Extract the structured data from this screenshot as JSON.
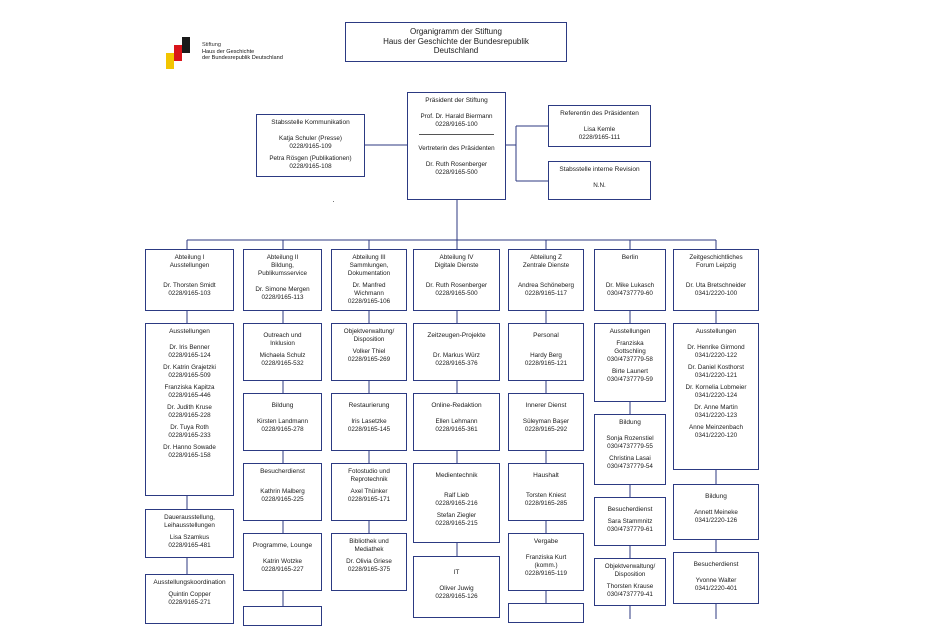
{
  "logo": {
    "line1": "Stiftung",
    "line2": "Haus der Geschichte",
    "line3": "der Bundesrepublik Deutschland",
    "colors": [
      "#1a1a1a",
      "#d9141a",
      "#f2c500"
    ]
  },
  "title": {
    "line1": "Organigramm der Stiftung",
    "line2": "Haus der Geschichte der Bundesrepublik",
    "line3": "Deutschland"
  },
  "president": {
    "title": "Präsident der Stiftung",
    "name": "Prof. Dr. Harald Biermann",
    "phone": "0228/9165-100",
    "deputy_title": "Vertreterin des Präsidenten",
    "deputy_name": "Dr. Ruth Rosenberger",
    "deputy_phone": "0228/9165-500"
  },
  "kommunikation": {
    "title": "Stabsstelle Kommunikation",
    "p1_name": "Katja Schuler (Presse)",
    "p1_phone": "0228/9165-109",
    "p2_name": "Petra Rösgen (Publikationen)",
    "p2_phone": "0228/9165-108"
  },
  "referentin": {
    "title": "Referentin des Präsidenten",
    "name": "Lisa Kemle",
    "phone": "0228/9165-111"
  },
  "revision": {
    "title": "Stabsstelle interne Revision",
    "name": "N.N."
  },
  "abt1": {
    "head": {
      "t1": "Abteilung I",
      "t2": "Ausstellungen",
      "name": "Dr. Thorsten Smidt",
      "phone": "0228/9165-103"
    },
    "ausstellungen": {
      "title": "Ausstellungen",
      "people": [
        {
          "name": "Dr. Iris Benner",
          "phone": "0228/9165-124"
        },
        {
          "name": "Dr. Katrin Grajetzki",
          "phone": "0228/9165-509"
        },
        {
          "name": "Franziska Kapitza",
          "phone": "0228/9165-446"
        },
        {
          "name": "Dr. Judith Kruse",
          "phone": "0228/9165-228"
        },
        {
          "name": "Dr. Tuya Roth",
          "phone": "0228/9165-233"
        },
        {
          "name": "Dr. Hanno Sowade",
          "phone": "0228/9165-158"
        }
      ]
    },
    "dauer": {
      "t1": "Dauerausstellung,",
      "t2": "Leihausstellungen",
      "name": "Lisa Szamkus",
      "phone": "0228/9165-481"
    },
    "koord": {
      "title": "Ausstellungskoordination",
      "name": "Quintin Copper",
      "phone": "0228/9165-271"
    }
  },
  "abt2": {
    "head": {
      "t1": "Abteilung II",
      "t2": "Bildung,",
      "t3": "Publikumsservice",
      "name": "Dr. Simone Mergen",
      "phone": "0228/9165-113"
    },
    "outreach": {
      "t1": "Outreach und",
      "t2": "Inklusion",
      "name": "Michaela Schulz",
      "phone": "0228/9165-532"
    },
    "bildung": {
      "title": "Bildung",
      "name": "Kirsten Landmann",
      "phone": "0228/9165-278"
    },
    "besucher": {
      "title": "Besucherdienst",
      "name": "Kathrin Malberg",
      "phone": "0228/9165-225"
    },
    "programme": {
      "title": "Programme, Lounge",
      "name": "Katrin Wotzke",
      "phone": "0228/9165-227"
    }
  },
  "abt3": {
    "head": {
      "t1": "Abteilung III",
      "t2": "Sammlungen,",
      "t3": "Dokumentation",
      "name1": "Dr. Manfred",
      "name2": "Wichmann",
      "phone": "0228/9165-106"
    },
    "objekt": {
      "t1": "Objektverwaltung/",
      "t2": "Disposition",
      "name": "Volker Thiel",
      "phone": "0228/9165-269"
    },
    "restaurierung": {
      "title": "Restaurierung",
      "name": "Iris Lasetzke",
      "phone": "0228/9165-145"
    },
    "foto": {
      "t1": "Fotostudio und",
      "t2": "Reprotechnik",
      "name": "Axel Thünker",
      "phone": "0228/9165-171"
    },
    "bibliothek": {
      "t1": "Bibliothek und",
      "t2": "Mediathek",
      "name": "Dr. Olivia Griese",
      "phone": "0228/9165-375"
    }
  },
  "abt4": {
    "head": {
      "t1": "Abteilung IV",
      "t2": "Digitale Dienste",
      "name": "Dr. Ruth Rosenberger",
      "phone": "0228/9165-500"
    },
    "zeitzeugen": {
      "title": "Zeitzeugen-Projekte",
      "name": "Dr. Markus Würz",
      "phone": "0228/9165-376"
    },
    "online": {
      "title": "Online-Redaktion",
      "name": "Ellen Lehmann",
      "phone": "0228/9165-361"
    },
    "medien": {
      "title": "Medientechnik",
      "p1_name": "Ralf Lieb",
      "p1_phone": "0228/9165-216",
      "p2_name": "Stefan Ziegler",
      "p2_phone": "0228/9165-215"
    },
    "it": {
      "title": "IT",
      "name": "Oliver Juwig",
      "phone": "0228/9165-126"
    }
  },
  "abtz": {
    "head": {
      "t1": "Abteilung Z",
      "t2": "Zentrale Dienste",
      "name": "Andrea Schöneberg",
      "phone": "0228/9165-117"
    },
    "personal": {
      "title": "Personal",
      "name": "Hardy Berg",
      "phone": "0228/9165-121"
    },
    "innerer": {
      "title": "Innerer Dienst",
      "name": "Süleyman Başer",
      "phone": "0228/9165-292"
    },
    "haushalt": {
      "title": "Haushalt",
      "name": "Torsten Kniest",
      "phone": "0228/9165-285"
    },
    "vergabe": {
      "title": "Vergabe",
      "name1": "Franziska Kurt",
      "name2": "(komm.)",
      "phone": "0228/9165-119"
    }
  },
  "berlin": {
    "head": {
      "title": "Berlin",
      "name": "Dr. Mike Lukasch",
      "phone": "030/4737779-60"
    },
    "ausstellungen": {
      "title": "Ausstellungen",
      "p1_name1": "Franziska",
      "p1_name2": "Gottschling",
      "p1_phone": "030/4737779-58",
      "p2_name": "Birte Launert",
      "p2_phone": "030/4737779-59"
    },
    "bildung": {
      "title": "Bildung",
      "p1_name": "Sonja Rozenstiel",
      "p1_phone": "030/4737779-55",
      "p2_name": "Christina Lasai",
      "p2_phone": "030/4737779-54"
    },
    "besucher": {
      "title": "Besucherdienst",
      "name": "Sara Stammnitz",
      "phone": "030/4737779-61"
    },
    "objekt": {
      "t1": "Objektverwaltung/",
      "t2": "Disposition",
      "name": "Thorsten Krause",
      "phone": "030/4737779-41"
    }
  },
  "leipzig": {
    "head": {
      "t1": "Zeitgeschichtliches",
      "t2": "Forum Leipzig",
      "name": "Dr. Uta Bretschneider",
      "phone": "0341/2220-100"
    },
    "ausstellungen": {
      "title": "Ausstellungen",
      "people": [
        {
          "name": "Dr. Henrike Girmond",
          "phone": "0341/2220-122"
        },
        {
          "name": "Dr. Daniel Kosthorst",
          "phone": "0341/2220-121"
        },
        {
          "name": "Dr. Kornelia Lobmeier",
          "phone": "0341/2220-124"
        },
        {
          "name": "Dr. Anne Martin",
          "phone": "0341/2220-123"
        },
        {
          "name": "Anne Meinzenbach",
          "phone": "0341/2220-120"
        }
      ]
    },
    "bildung": {
      "title": "Bildung",
      "name": "Annett Meineke",
      "phone": "0341/2220-126"
    },
    "besucher": {
      "title": "Besucherdienst",
      "name": "Yvonne Walter",
      "phone": "0341/2220-401"
    }
  },
  "colors": {
    "border": "#2c3a82",
    "line": "#2c3a82"
  }
}
